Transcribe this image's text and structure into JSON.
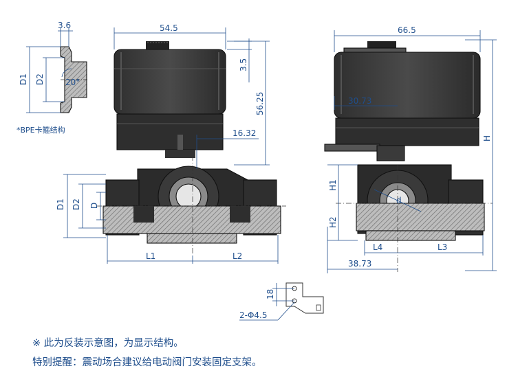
{
  "colors": {
    "dimension": "#1f4e8c",
    "body": "#3a3a3a",
    "section_hatch": "#7a7a7a"
  },
  "dimensions": {
    "flange_width": "3.6",
    "flange_angle": "20°",
    "flange_d1": "D1",
    "flange_d2": "D2",
    "top_width": "54.5",
    "top_offset": "3.5",
    "height_total": "56.25",
    "mount_offset": "16.32",
    "side_width": "66.5",
    "side_offset": "30.73",
    "height": "H",
    "body_d1": "D1",
    "body_d2": "D2",
    "body_d": "D",
    "l1": "L1",
    "l2": "L2",
    "h1": "H1",
    "h2": "H2",
    "bore_d": "d",
    "l4": "L4",
    "l3": "L3",
    "base_width": "38.73",
    "bracket_height": "18",
    "bracket_holes": "2-Φ4.5"
  },
  "labels": {
    "bpe_note": "*BPE卡箍结构"
  },
  "footer": {
    "line1": "※ 此为反装示意图，为显示结构。",
    "line2": "特别提醒：震动场合建议给电动阀门安装固定支架。"
  }
}
